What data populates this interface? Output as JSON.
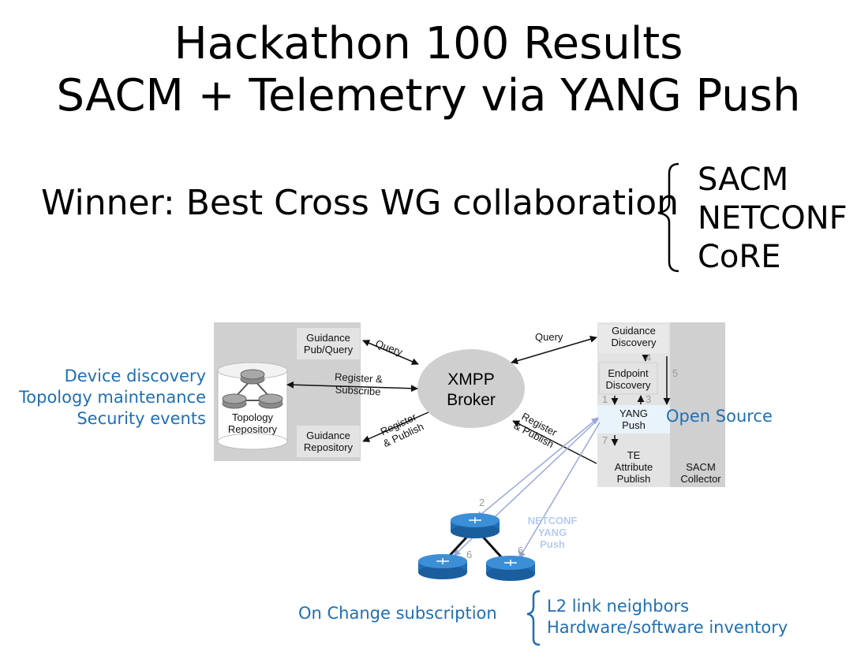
{
  "title": {
    "line1": "Hackathon 100 Results",
    "line2": "SACM + Telemetry via YANG Push"
  },
  "winner": {
    "text": "Winner: Best Cross WG collaboration",
    "groups": [
      "SACM",
      "NETCONF",
      "CoRE"
    ]
  },
  "left_notes": [
    "Device discovery",
    "Topology maintenance",
    "Security events"
  ],
  "open_source_label": "Open Source",
  "diagram": {
    "guidance_pub_query": "Guidance\nPub/Query",
    "topology_repository": "Topology\nRepository",
    "guidance_repository": "Guidance\nRepository",
    "broker": "XMPP\nBroker",
    "guidance_discovery": "Guidance\nDiscovery",
    "endpoint_discovery": "Endpoint\nDiscovery",
    "yang_push": "YANG\nPush",
    "te_attribute_publish": "TE\nAttribute\nPublish",
    "sacm_collector": "SACM\nCollector",
    "query_left": "Query",
    "query_right": "Query",
    "register_subscribe": "Register &\nSubscribe",
    "register_publish_left": "Register\n& Publish",
    "register_publish_right": "Register\n& Publish",
    "netconf_yang_push": "NETCONF\nYANG\nPush",
    "step_numbers": [
      "1",
      "2",
      "3",
      "4",
      "5",
      "6",
      "6",
      "7"
    ]
  },
  "bottom": {
    "on_change": "On Change subscription",
    "items": [
      "L2 link neighbors",
      "Hardware/software inventory"
    ]
  },
  "colors": {
    "accent_blue": "#1f6fb5",
    "router_blue": "#1e6fb8",
    "panel_gray": "#d0d0d0",
    "box_gray": "#e3e3e3",
    "yang_box": "#e9f3fb",
    "link_lavender": "#9aa8dc"
  }
}
